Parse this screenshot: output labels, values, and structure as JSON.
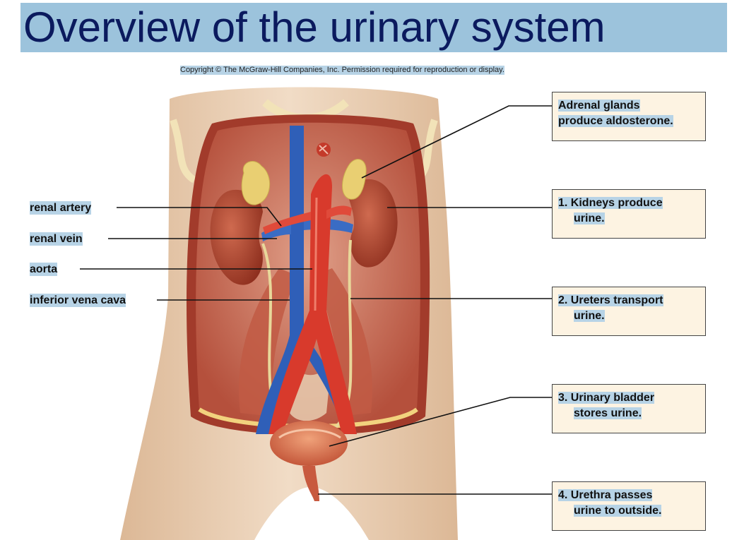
{
  "header": {
    "title": "Overview of the urinary system",
    "copyright": "Copyright © The McGraw-Hill Companies, Inc. Permission required for reproduction or display."
  },
  "left_labels": {
    "renal_artery": "renal artery",
    "renal_vein": "renal vein",
    "aorta": "aorta",
    "inferior_vena_cava": "inferior vena cava"
  },
  "callouts": {
    "adrenal": {
      "line1": "Adrenal glands",
      "line2": "produce aldosterone."
    },
    "kidneys": {
      "line1": "1. Kidneys produce",
      "line2": "urine."
    },
    "ureters": {
      "line1": "2. Ureters transport",
      "line2": "urine."
    },
    "bladder": {
      "line1": "3. Urinary bladder",
      "line2": "stores urine."
    },
    "urethra": {
      "line1": "4. Urethra passes",
      "line2": "urine to outside."
    }
  },
  "colors": {
    "title_bg": "#9cc3dc",
    "title_text": "#0b1a5e",
    "label_highlight": "#b7d3e6",
    "callout_bg": "#fdf3e2",
    "skin": "#ecd1b6",
    "muscle": "#c9634e",
    "kidney": "#b2452f",
    "artery": "#d83a2c",
    "vein": "#2f5fb8",
    "adrenal": "#ecd27a",
    "ureter": "#e8d89a"
  }
}
